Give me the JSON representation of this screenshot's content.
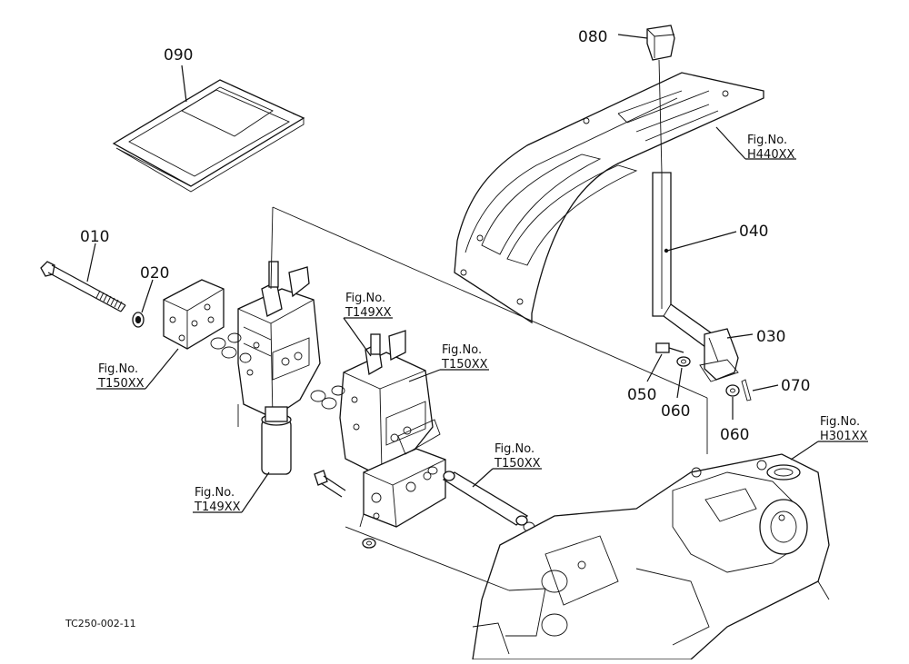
{
  "labels": {
    "p090": "090",
    "p080": "080",
    "p010": "010",
    "p020": "020",
    "p040": "040",
    "p030": "030",
    "p050": "050",
    "p060a": "060",
    "p060b": "060",
    "p070": "070"
  },
  "fig_refs": {
    "h440": {
      "line1": "Fig.No.",
      "line2": "H440XX"
    },
    "t149_top": {
      "line1": "Fig.No.",
      "line2": "T149XX"
    },
    "t150_mid": {
      "line1": "Fig.No.",
      "line2": "T150XX"
    },
    "t150_left": {
      "line1": "Fig.No.",
      "line2": "T150XX"
    },
    "t150_low": {
      "line1": "Fig.No.",
      "line2": "T150XX"
    },
    "t149_bottom": {
      "line1": "Fig.No.",
      "line2": "T149XX"
    },
    "h301": {
      "line1": "Fig.No.",
      "line2": "H301XX"
    }
  },
  "drawing_code": "TC250-002-11"
}
